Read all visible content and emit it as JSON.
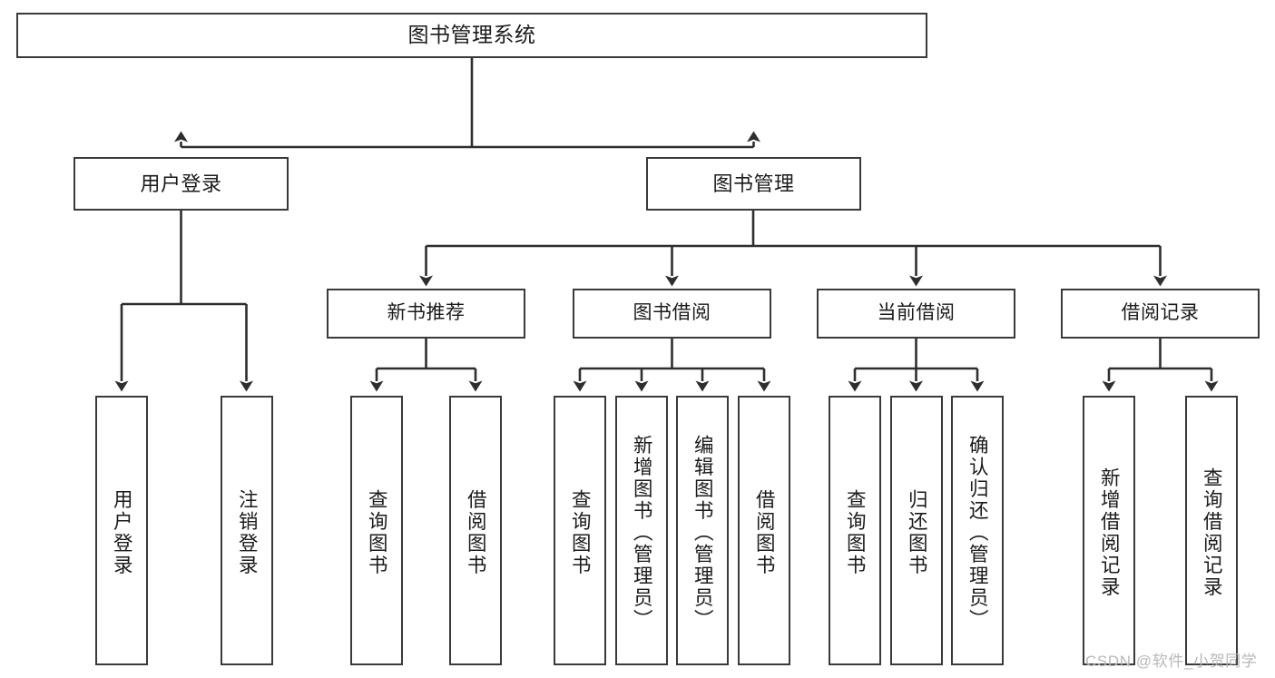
{
  "diagram": {
    "title": "图书管理系统",
    "type": "tree-structure-chart",
    "watermark": "CSDN @软件_小贺同学",
    "colors": {
      "stroke": "#3a3a3a",
      "fill": "#ffffff",
      "text": "#1b1b1b",
      "watermark": "#b8b8b8"
    },
    "nodes": {
      "root": {
        "label": "图书管理系统"
      },
      "level2": [
        {
          "id": "user-login",
          "label": "用户登录"
        },
        {
          "id": "book-manage",
          "label": "图书管理"
        }
      ],
      "level3": [
        {
          "id": "new-book-rec",
          "label": "新书推荐"
        },
        {
          "id": "book-borrow",
          "label": "图书借阅"
        },
        {
          "id": "current-borrow",
          "label": "当前借阅"
        },
        {
          "id": "borrow-record",
          "label": "借阅记录"
        }
      ],
      "leaves": [
        {
          "id": "leaf-user-login",
          "parent": "user-login",
          "label": "用户登录"
        },
        {
          "id": "leaf-logout",
          "parent": "user-login",
          "label": "注销登录"
        },
        {
          "id": "leaf-query-book-1",
          "parent": "new-book-rec",
          "label": "查询图书"
        },
        {
          "id": "leaf-borrow-book-1",
          "parent": "new-book-rec",
          "label": "借阅图书"
        },
        {
          "id": "leaf-query-book-2",
          "parent": "book-borrow",
          "label": "查询图书"
        },
        {
          "id": "leaf-add-book",
          "parent": "book-borrow",
          "label": "新增图书（管理员）"
        },
        {
          "id": "leaf-edit-book",
          "parent": "book-borrow",
          "label": "编辑图书（管理员）"
        },
        {
          "id": "leaf-borrow-book-2",
          "parent": "book-borrow",
          "label": "借阅图书"
        },
        {
          "id": "leaf-query-book-3",
          "parent": "current-borrow",
          "label": "查询图书"
        },
        {
          "id": "leaf-return-book",
          "parent": "current-borrow",
          "label": "归还图书"
        },
        {
          "id": "leaf-confirm-return",
          "parent": "current-borrow",
          "label": "确认归还（管理员）"
        },
        {
          "id": "leaf-add-record",
          "parent": "borrow-record",
          "label": "新增借阅记录"
        },
        {
          "id": "leaf-query-record",
          "parent": "borrow-record",
          "label": "查询借阅记录"
        }
      ]
    }
  }
}
